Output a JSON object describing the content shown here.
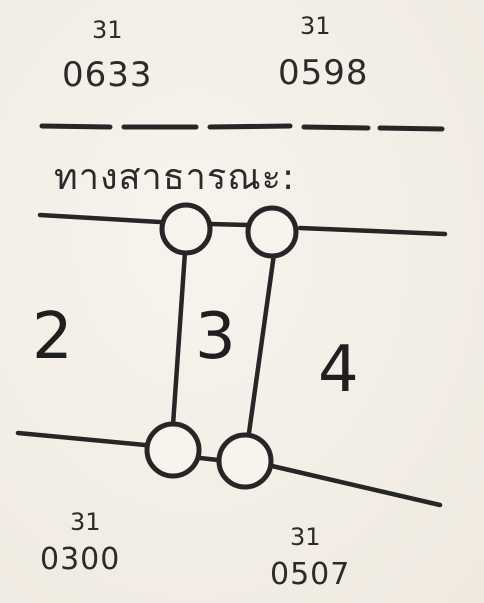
{
  "header": {
    "left": {
      "prefix": "31",
      "code": "0633"
    },
    "right": {
      "prefix": "31",
      "code": "0598"
    },
    "thai_text": "ทางสาธารณะ:"
  },
  "footer": {
    "left": {
      "prefix": "31",
      "code": "0300"
    },
    "right": {
      "prefix": "31",
      "code": "0507"
    }
  },
  "regions": {
    "left": "2",
    "middle": "3",
    "right": "4"
  }
}
